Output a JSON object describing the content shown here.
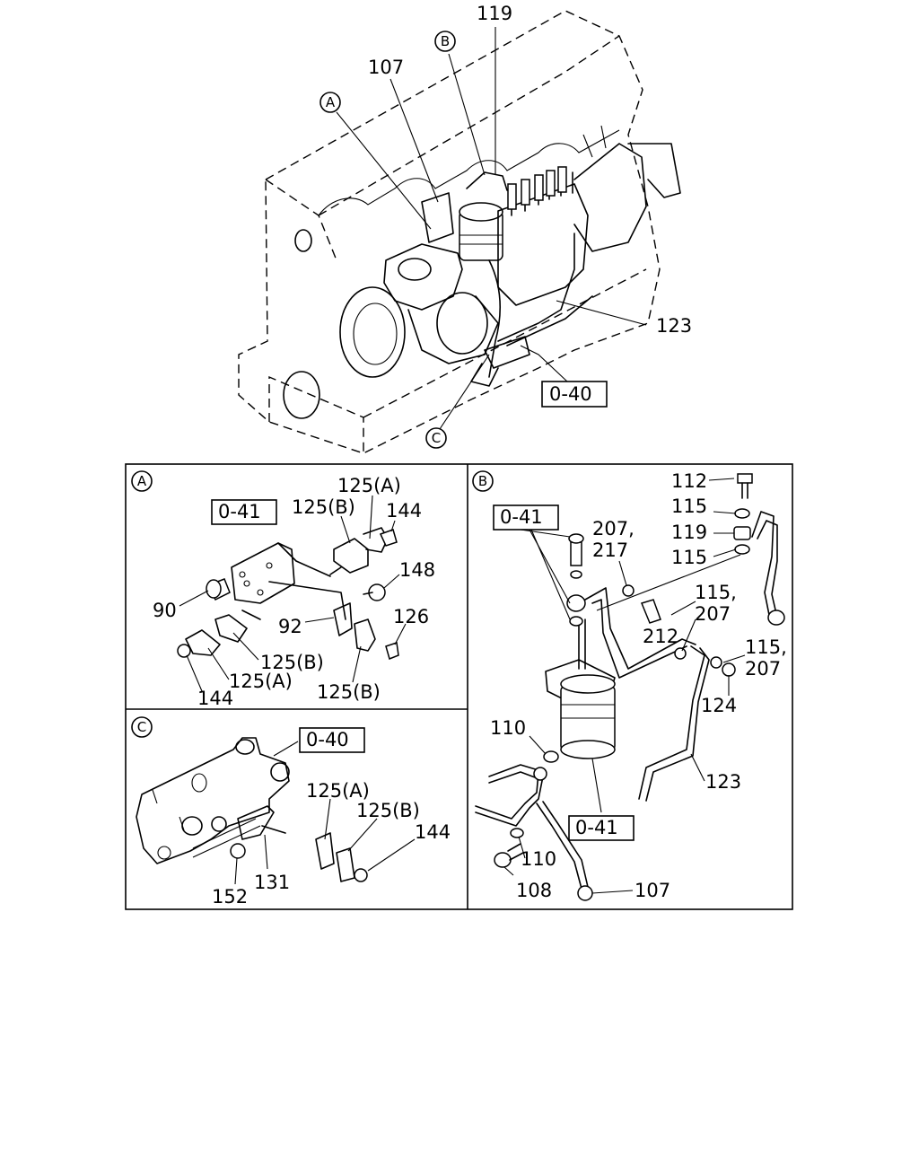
{
  "top": {
    "callouts": [
      "119",
      "B",
      "107",
      "A",
      "123",
      "C"
    ],
    "ref_box": "0-40"
  },
  "panel_a": {
    "letter": "A",
    "ref_box": "0-41",
    "callouts": [
      "125(A)",
      "125(B)",
      "144",
      "148",
      "90",
      "92",
      "126",
      "125(B)",
      "125(A)",
      "144",
      "125(B)"
    ]
  },
  "panel_b": {
    "letter": "B",
    "ref_box": "0-41",
    "ref_box_2": "0-41",
    "callouts": [
      "112",
      "115",
      "119",
      "115",
      "207,",
      "217",
      "115,",
      "207",
      "212",
      "115,",
      "207",
      "124",
      "110",
      "123",
      "110",
      "108",
      "107"
    ]
  },
  "panel_c": {
    "letter": "C",
    "ref_box": "0-40",
    "callouts": [
      "125(A)",
      "125(B)",
      "144",
      "152",
      "131"
    ]
  }
}
